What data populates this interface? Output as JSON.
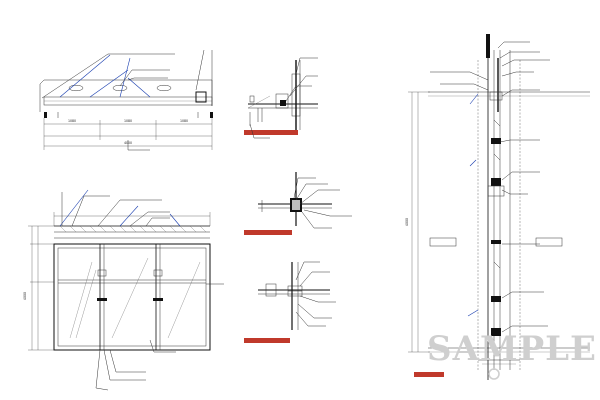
{
  "drawing": {
    "section_tags": {
      "top_middle": "",
      "mid_middle": "",
      "low_middle": "",
      "right_bottom": ""
    },
    "dimensions": {
      "plan_1": "1080",
      "plan_2": "1080",
      "plan_3": "1080",
      "plan_4": "",
      "plan_total": "4000",
      "elev_total": "4000",
      "right_height": "4000"
    },
    "boxes": {
      "left_box": "",
      "right_box": ""
    }
  },
  "watermark": {
    "text": "SAMPLE",
    "sub": ""
  }
}
